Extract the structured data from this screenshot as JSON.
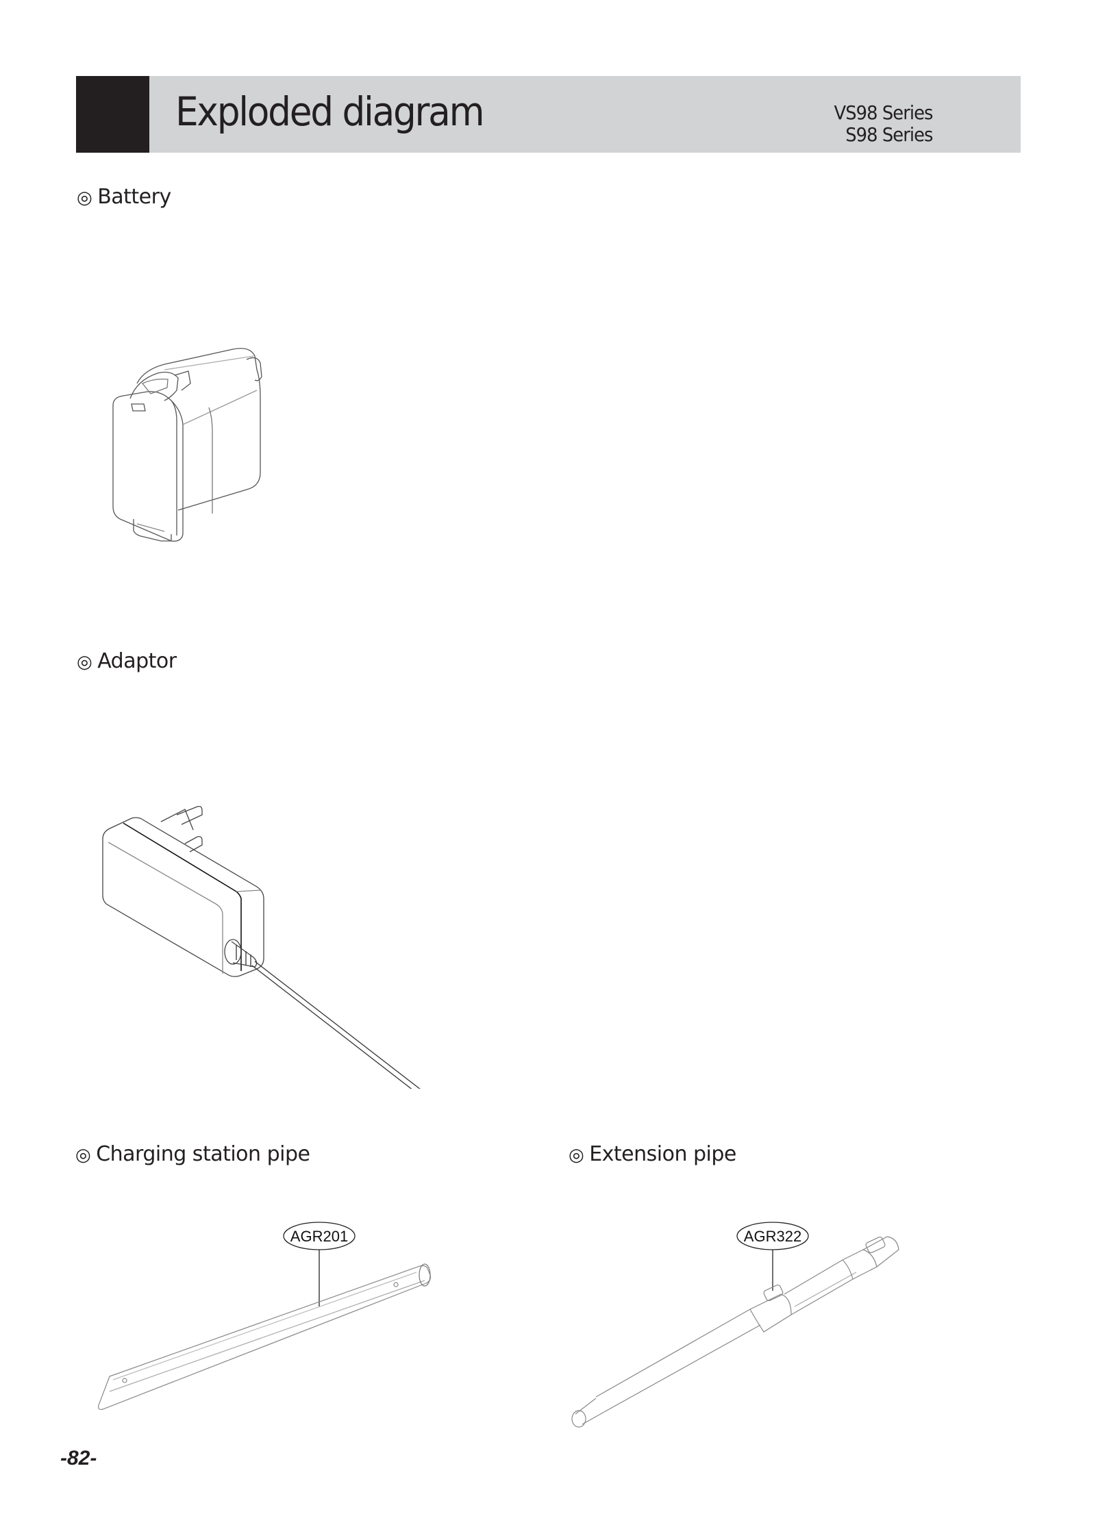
{
  "header": {
    "title": "Exploded diagram",
    "series": [
      "VS98 Series",
      "S98 Series"
    ],
    "colors": {
      "band": "#d1d3d4",
      "block": "#231f20"
    }
  },
  "sections": [
    {
      "bullet": "◎",
      "label": "Battery",
      "callout": null
    },
    {
      "bullet": "◎",
      "label": "Adaptor",
      "callout": null
    },
    {
      "bullet": "◎",
      "label": "Charging station pipe",
      "callout": "AGR201"
    },
    {
      "bullet": "◎",
      "label": "Extension pipe",
      "callout": "AGR322"
    }
  ],
  "footer": {
    "page_number": "-82-"
  }
}
